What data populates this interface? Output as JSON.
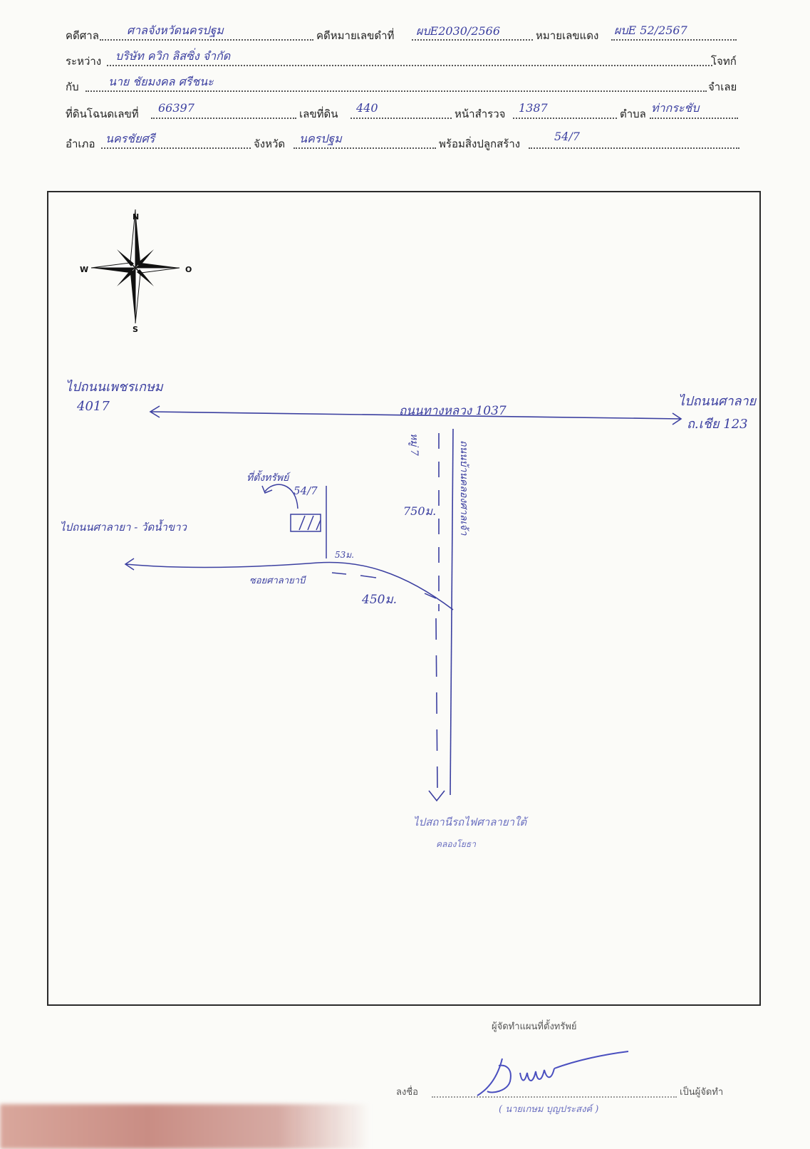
{
  "header": {
    "court_label": "คดีศาล",
    "court_value": "ศาลจังหวัดนครปฐม",
    "black_case_label": "คดีหมายเลขดำที่",
    "black_case_value": "ผบE2030/2566",
    "red_case_label": "หมายเลขแดง",
    "red_case_value": "ผบE 52/2567",
    "between_label": "ระหว่าง",
    "plaintiff_value": "บริษัท ควิก ลิสซิ่ง จำกัด",
    "plaintiff_role": "โจทก์",
    "with_label": "กับ",
    "defendant_value": "นาย ชัยมงคล ศรีชนะ",
    "defendant_role": "จำเลย",
    "deed_label": "ที่ดินโฉนดเลขที่",
    "deed_value": "66397",
    "land_no_label": "เลขที่ดิน",
    "land_no_value": "440",
    "survey_label": "หน้าสำรวจ",
    "survey_value": "1387",
    "subdistrict_label": "ตำบล",
    "subdistrict_value": "ท่ากระชับ",
    "district_label": "อำเภอ",
    "district_value": "นครชัยศรี",
    "province_label": "จังหวัด",
    "province_value": "นครปฐม",
    "building_label": "พร้อมสิ่งปลูกสร้าง",
    "building_value": "54/7"
  },
  "compass": {
    "n": "N",
    "s": "S",
    "w": "W",
    "e": "O"
  },
  "map": {
    "west_road_dest": "ไปถนนเพชรเกษม",
    "west_road_no": "4017",
    "east_road_dest": "ไปถนนศาลาย",
    "east_road_no": "ถ.เชีย 123",
    "main_road": "ถนนทางหลวง 1037",
    "village_no": "หมู่ 7",
    "side_road": "ถนนบ้านคลองศาลเจ้า",
    "distance_vertical": "750ม.",
    "property_label": "ที่ตั้งทรัพย์",
    "house_no": "54/7",
    "west_lane_dest": "ไปถนนศาลายา - วัดน้ำขาว",
    "width_label": "53ม.",
    "soi_label": "ซอยศาลายาบี",
    "distance_soi": "450ม.",
    "south_dest_1": "ไปสถานีรถไฟศาลายาใต้",
    "south_dest_2": "คลองโยธา"
  },
  "footer": {
    "mapper_title": "ผู้จัดทำแผนที่ตั้งทรัพย์",
    "sign_label": "ลงชื่อ",
    "role_suffix": "เป็นผู้จัดทำ",
    "signer_name": "( นายเกษม บุญประสงค์ )"
  },
  "colors": {
    "ink": "#3b3fa0",
    "print": "#222222",
    "frame": "#2a2a2a"
  }
}
